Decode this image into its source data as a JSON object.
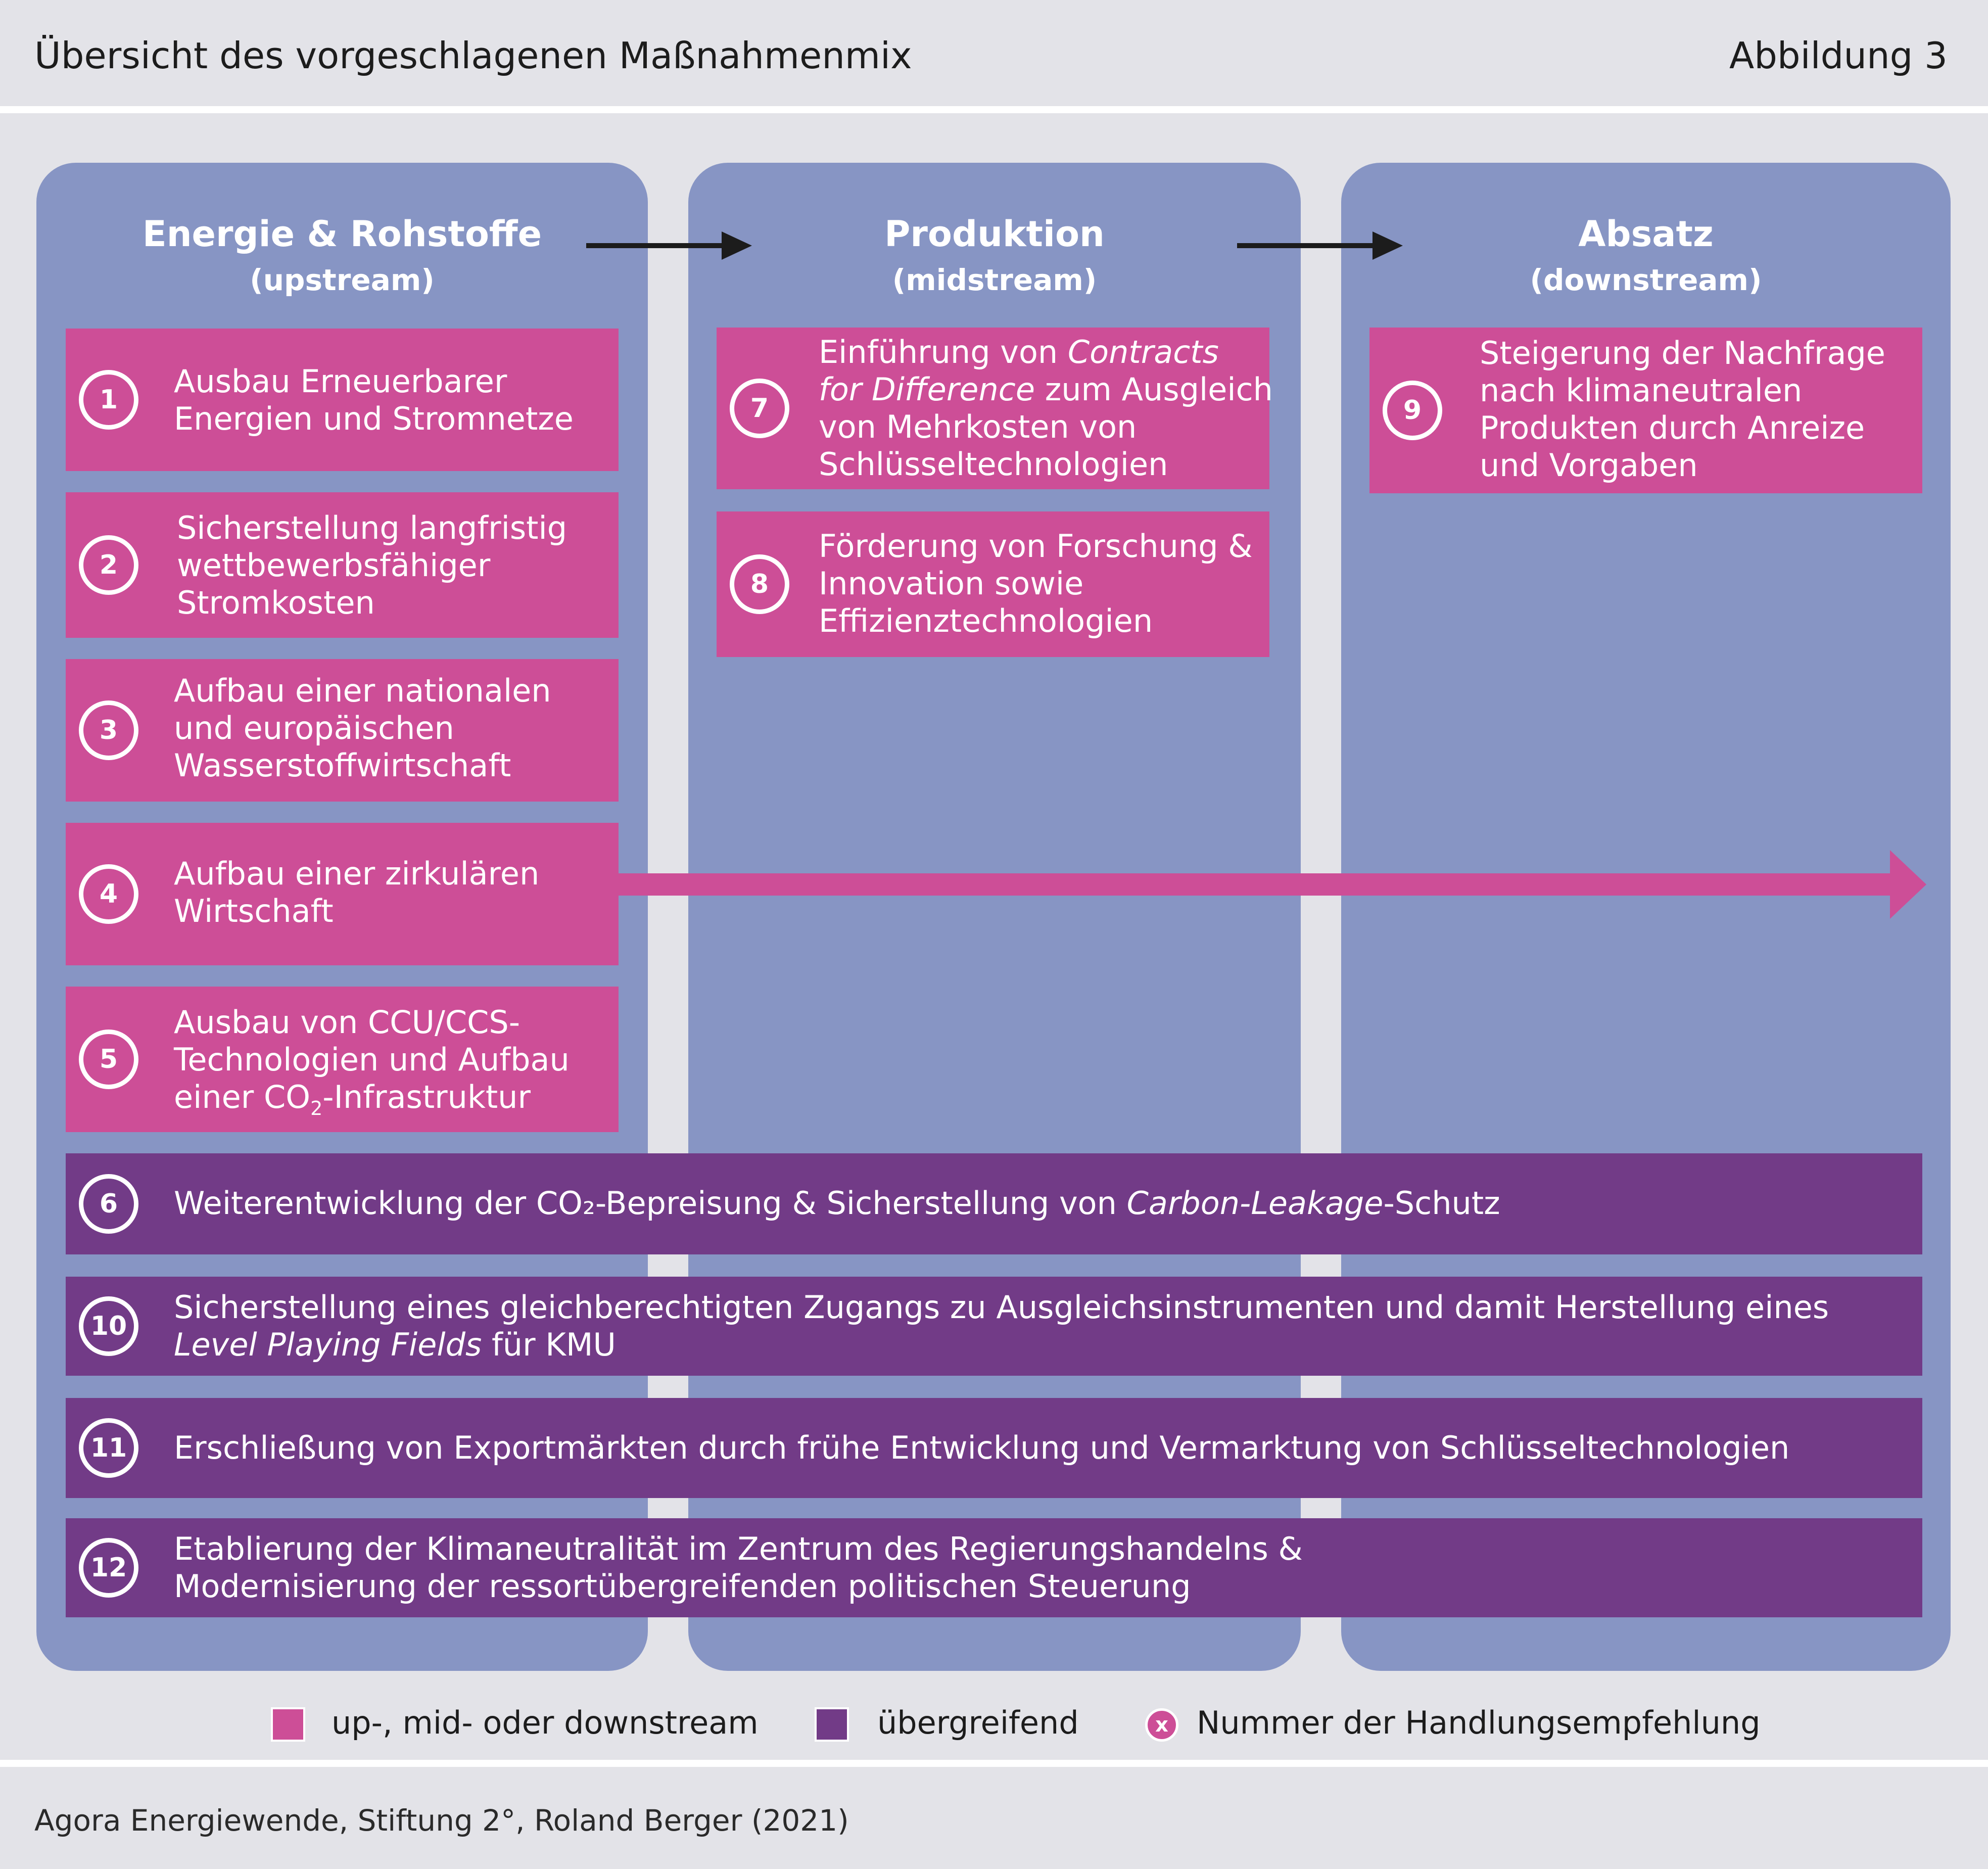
{
  "header": {
    "title": "Übersicht des vorgeschlagenen Maßnahmenmix",
    "figure": "Abbildung 3"
  },
  "columns": [
    {
      "title": "Energie & Rohstoffe",
      "subtitle": "(upstream)"
    },
    {
      "title": "Produktion",
      "subtitle": "(midstream)"
    },
    {
      "title": "Absatz",
      "subtitle": "(downstream)"
    }
  ],
  "measures": {
    "m1": {
      "number": "1",
      "lines": [
        "Ausbau Erneuerbarer",
        "Energien und Stromnetze"
      ]
    },
    "m2": {
      "number": "2",
      "lines": [
        "Sicherstellung langfristig",
        "wettbewerbsfähiger",
        "Stromkosten"
      ]
    },
    "m3": {
      "number": "3",
      "lines": [
        "Aufbau einer nationalen",
        "und europäischen",
        "Wasserstoffwirtschaft"
      ]
    },
    "m4": {
      "number": "4",
      "lines": [
        "Aufbau einer zirkulären",
        "Wirtschaft"
      ]
    },
    "m5": {
      "number": "5",
      "lines": [
        "Ausbau von CCU/CCS-",
        "Technologien und Aufbau"
      ],
      "line3_pre": "einer CO",
      "line3_sub": "2",
      "line3_post": "-Infrastruktur"
    },
    "m6": {
      "number": "6",
      "pre": "Weiterentwicklung der CO₂-Bepreisung & Sicherstellung von ",
      "italic": "Carbon-Leakage",
      "post": "-Schutz"
    },
    "m7": {
      "number": "7",
      "l1_pre": "Einführung von ",
      "l1_it": "Contracts",
      "l2_it": "for Difference",
      "l2_post": " zum Ausgleich",
      "l3": "von Mehrkosten von",
      "l4": "Schlüsseltechnologien"
    },
    "m8": {
      "number": "8",
      "lines": [
        "Förderung von Forschung &",
        "Innovation sowie",
        "Effizienztechnologien"
      ]
    },
    "m9": {
      "number": "9",
      "lines": [
        "Steigerung der Nachfrage",
        "nach klimaneutralen",
        "Produkten durch Anreize",
        "und Vorgaben"
      ]
    },
    "m10": {
      "number": "10",
      "line1": "Sicherstellung eines gleichberechtigten Zugangs zu Ausgleichsinstrumenten und damit Herstellung eines",
      "l2_it": "Level Playing Fields",
      "l2_post": " für KMU"
    },
    "m11": {
      "number": "11",
      "lines": [
        "Erschließung von Exportmärkten durch frühe Entwicklung und Vermarktung von Schlüsseltechnologien"
      ]
    },
    "m12": {
      "number": "12",
      "lines": [
        "Etablierung der Klimaneutralität im Zentrum des Regierungshandelns &",
        "Modernisierung der ressortübergreifenden politischen Steuerung"
      ]
    }
  },
  "legend": {
    "pink_label": "up-, mid- oder downstream",
    "purple_label": "übergreifend",
    "marker": "x",
    "marker_label": "Nummer der Handlungsempfehlung"
  },
  "colors": {
    "background": "#e3e3e8",
    "column": "#8795c4",
    "pink": "#cd4e97",
    "purple": "#723b87",
    "arrow": "#1c1c1c"
  },
  "source": "Agora Energiewende, Stiftung 2°, Roland Berger (2021)"
}
